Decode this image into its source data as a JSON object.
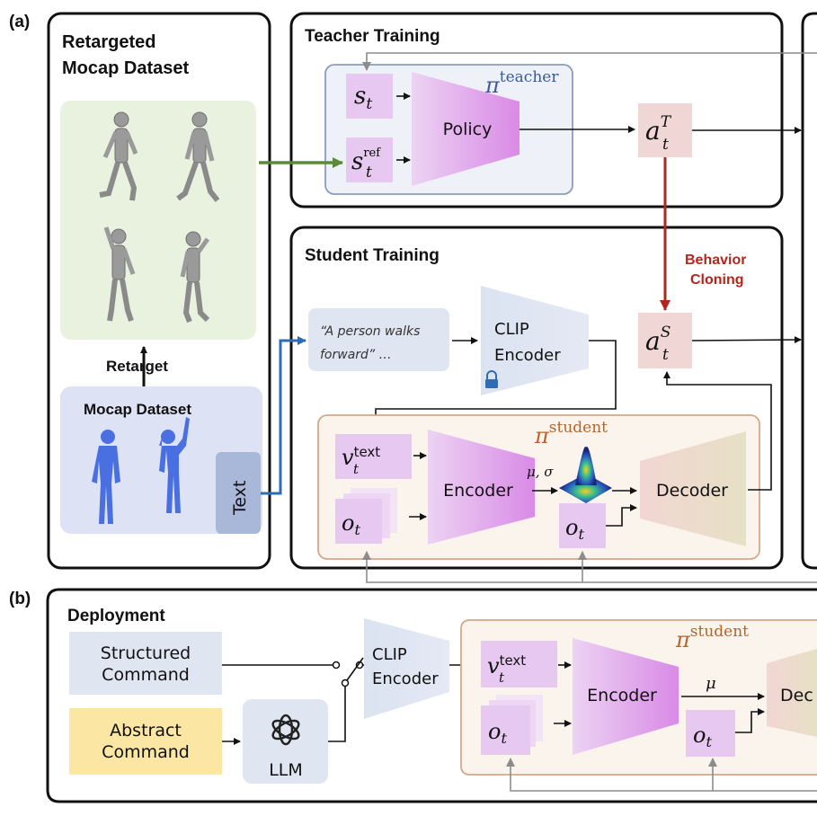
{
  "panel_labels": {
    "a": "(a)",
    "b": "(b)"
  },
  "dataset": {
    "title_line1": "Retargeted",
    "title_line2": "Mocap Dataset",
    "retarget_label": "Retarget",
    "mocap_label": "Mocap Dataset",
    "text_label": "Text"
  },
  "teacher": {
    "title": "Teacher Training",
    "policy_label": "Policy",
    "pi_symbol": "π",
    "pi_superscript": "teacher",
    "state": {
      "base": "s",
      "sub": "t"
    },
    "ref_state": {
      "base": "s",
      "sub": "t",
      "sup": "ref"
    },
    "action": {
      "base": "a",
      "sub": "t",
      "sup": "T"
    }
  },
  "behavior_cloning": {
    "line1": "Behavior",
    "line2": "Cloning"
  },
  "student": {
    "title": "Student Training",
    "quote_line1": "“A person walks",
    "quote_line2": "forward” …",
    "clip_line1": "CLIP",
    "clip_line2": "Encoder",
    "pi_symbol": "π",
    "pi_superscript": "student",
    "text_embed": {
      "base": "v",
      "sub": "t",
      "sup": "text"
    },
    "obs": {
      "base": "o",
      "sub": "t"
    },
    "encoder_label": "Encoder",
    "decoder_label": "Decoder",
    "latent_label": "μ, σ",
    "action": {
      "base": "a",
      "sub": "t",
      "sup": "S"
    }
  },
  "deployment": {
    "title": "Deployment",
    "structured_line1": "Structured",
    "structured_line2": "Command",
    "abstract_line1": "Abstract",
    "abstract_line2": "Command",
    "llm_label": "LLM",
    "clip_line1": "CLIP",
    "clip_line2": "Encoder",
    "pi_symbol": "π",
    "pi_superscript": "student",
    "text_embed": {
      "base": "v",
      "sub": "t",
      "sup": "text"
    },
    "obs": {
      "base": "o",
      "sub": "t"
    },
    "encoder_label": "Encoder",
    "latent_label": "μ",
    "decoder_label": "Dec"
  },
  "colors": {
    "retarget_arrow": "#5a8a3a",
    "text_arrow": "#2e6db4",
    "behavior_cloning": "#b3261e",
    "teacher_accent": "#3a5a9a",
    "student_accent": "#b5652a"
  }
}
